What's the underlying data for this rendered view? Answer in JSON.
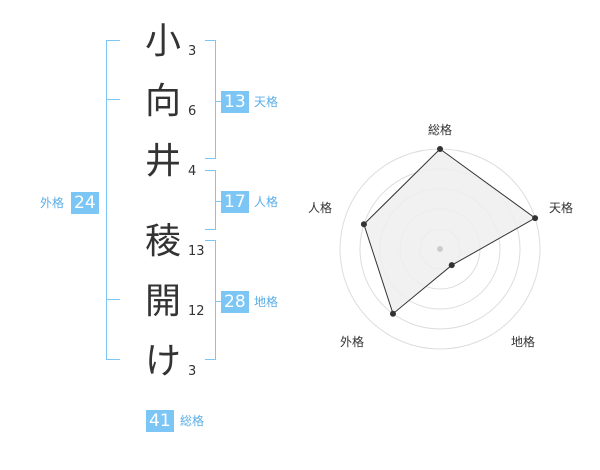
{
  "name_chars": [
    {
      "char": "小",
      "strokes": "3"
    },
    {
      "char": "向",
      "strokes": "6"
    },
    {
      "char": "井",
      "strokes": "4"
    },
    {
      "char": "稜",
      "strokes": "13"
    },
    {
      "char": "開",
      "strokes": "12"
    },
    {
      "char": "け",
      "strokes": "3"
    }
  ],
  "kaku": {
    "tenkaku": {
      "value": "13",
      "label": "天格"
    },
    "jinkaku": {
      "value": "17",
      "label": "人格"
    },
    "chikaku": {
      "value": "28",
      "label": "地格"
    },
    "gaikaku": {
      "value": "24",
      "label": "外格"
    },
    "soukaku": {
      "value": "41",
      "label": "総格"
    }
  },
  "chart_data": {
    "type": "radar",
    "axes": [
      "総格",
      "天格",
      "地格",
      "外格",
      "人格"
    ],
    "values": [
      5,
      5,
      1,
      4,
      4
    ],
    "max": 5,
    "rings": 5,
    "colors": {
      "fill": "#eeeeee",
      "line": "#333333",
      "grid": "#dddddd",
      "center": "#cccccc"
    }
  },
  "colors": {
    "accent": "#7cc6f6",
    "label": "#5aaee8"
  }
}
